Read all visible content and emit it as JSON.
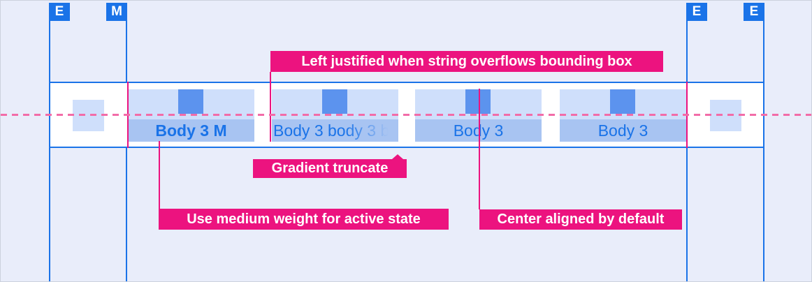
{
  "colors": {
    "accent_blue": "#1a73e8",
    "magenta": "#ec137f",
    "dashed_pink": "#f26ca8",
    "tab_fill_light": "#cfdffb",
    "tab_label_band": "#a8c4f2",
    "spacing_block_blue": "#5c93ee",
    "background": "#e9edfa",
    "tab_bar_background": "#ffffff"
  },
  "margin_markers": {
    "left": {
      "outer": "E",
      "inner": "M"
    },
    "right": {
      "inner": "E",
      "outer": "E"
    }
  },
  "tab_bar": {
    "tabs": [
      {
        "label": "Body 3 M",
        "weight": "medium",
        "align": "center",
        "active": true
      },
      {
        "label": "Body 3 body 3 b",
        "weight": "regular",
        "align": "left",
        "truncated": true
      },
      {
        "label": "Body 3",
        "weight": "regular",
        "align": "center",
        "active": false
      },
      {
        "label": "Body 3",
        "weight": "regular",
        "align": "center",
        "active": false
      }
    ]
  },
  "annotations": {
    "overflow": "Left justified when string overflows bounding box",
    "truncate": "Gradient truncate",
    "active_weight": "Use medium weight for active state",
    "alignment": "Center aligned by default"
  }
}
